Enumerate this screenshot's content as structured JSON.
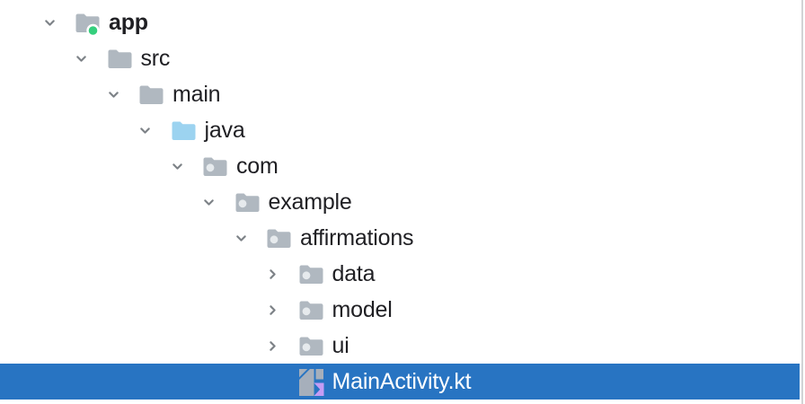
{
  "colors": {
    "selection_background": "#2874c2",
    "selected_text": "#ffffff",
    "text": "#1f1f23",
    "folder_gray": "#b0b8c0",
    "sources_folder_blue": "#9cd3f0",
    "package_dot": "#e6eaed",
    "module_dot_green": "#35cf7d",
    "chevron_gray": "#7e8388",
    "kotlin_icon_gray": "#a6afbb",
    "kotlin_icon_purple": "#c59cf4",
    "window_border": "#d2d3d5",
    "background": "#ffffff"
  },
  "tree": {
    "items": [
      {
        "label": "app",
        "type": "module-folder",
        "state": "expanded",
        "level": 0
      },
      {
        "label": "src",
        "type": "folder",
        "state": "expanded",
        "level": 1
      },
      {
        "label": "main",
        "type": "folder",
        "state": "expanded",
        "level": 2
      },
      {
        "label": "java",
        "type": "sources-folder",
        "state": "expanded",
        "level": 3
      },
      {
        "label": "com",
        "type": "package",
        "state": "expanded",
        "level": 4
      },
      {
        "label": "example",
        "type": "package",
        "state": "expanded",
        "level": 5
      },
      {
        "label": "affirmations",
        "type": "package",
        "state": "expanded",
        "level": 6
      },
      {
        "label": "data",
        "type": "package",
        "state": "collapsed",
        "level": 7
      },
      {
        "label": "model",
        "type": "package",
        "state": "collapsed",
        "level": 7
      },
      {
        "label": "ui",
        "type": "package",
        "state": "collapsed",
        "level": 7
      },
      {
        "label": "MainActivity.kt",
        "type": "kotlin-file",
        "state": "selected",
        "level": 7
      }
    ]
  }
}
